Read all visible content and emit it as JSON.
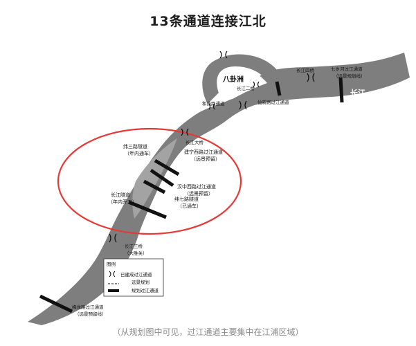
{
  "title": "13条通道连接江北",
  "caption": "（从规划图中可见，过江通道主要集中在江浦区域）",
  "colors": {
    "river": "#7e7e7e",
    "land": "#ffffff",
    "circle": "#e53935",
    "tunnel": "#111111"
  },
  "labels": {
    "baguazhou": "八卦洲",
    "river": "长江",
    "changjiang_2nd_bridge": "长江二桥",
    "changjiang_4th_bridge": "长江四桥",
    "qixiang_tunnel": "七乡河过江通道",
    "qixiang_tunnel_note": "（远景规划线）",
    "heyan_tunnel": "和燕路通道",
    "jingxin_tunnel": "仙新路过江通道",
    "changjiang_bridge": "长江大桥",
    "weisan_tunnel": "纬三路隧道",
    "weisan_note": "（年内通车）",
    "jianning_tunnel": "建宁西路过江通道",
    "jianning_note": "（远景预留）",
    "changjiang_tunnel": "长江隧道",
    "changjiang_tunnel_note": "（年内开工）",
    "longhai_tunnel": "汉中西路过江通道",
    "longhai_note": "（远景预留）",
    "weiqi_tunnel": "纬七路隧道",
    "weiqi_note": "（已通车）",
    "changjiang_3rd_bridge": "长江三桥",
    "changjiang_3rd_note": "（大胜关）",
    "xinmin_tunnel": "梅龙路过江通道",
    "xinmin_note": "（远景预留线）"
  },
  "legend": {
    "title": "图例",
    "bridge_built": "已建成过江通道",
    "tunnel_planned": "远景规划",
    "tunnel_built": "规划过江通道"
  }
}
